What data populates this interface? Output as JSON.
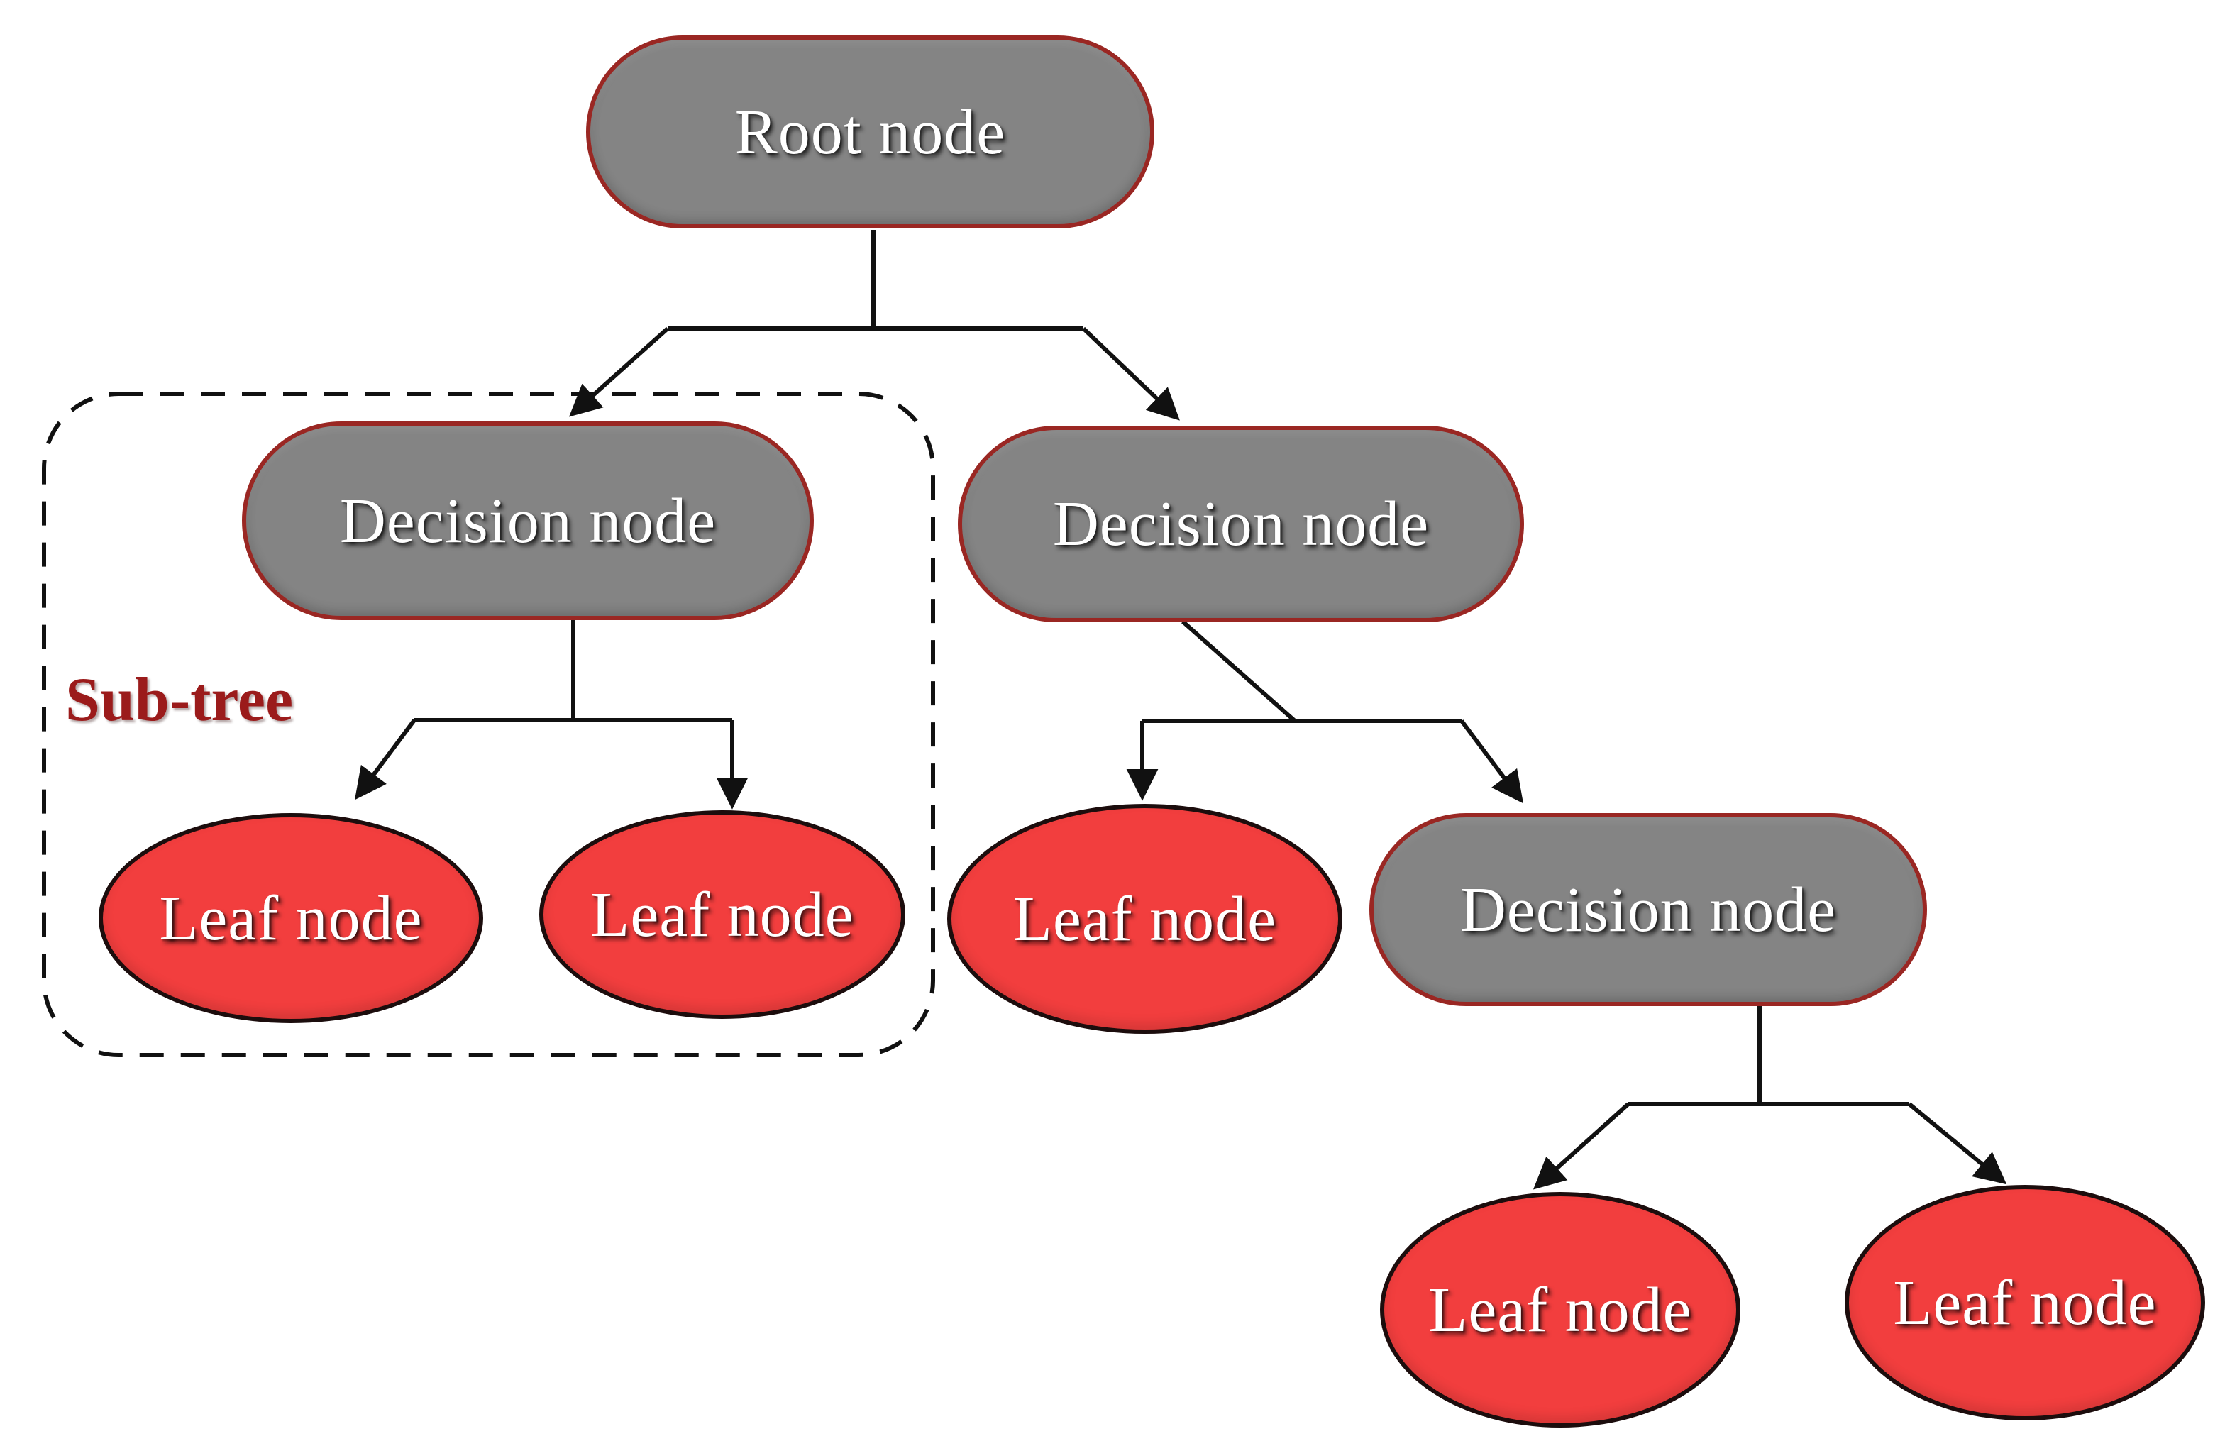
{
  "diagram": {
    "type": "decision-tree",
    "nodes": {
      "root": {
        "label": "Root node",
        "kind": "root",
        "shape": "stadium"
      },
      "decision_left": {
        "label": "Decision node",
        "kind": "decision",
        "shape": "stadium"
      },
      "decision_right": {
        "label": "Decision node",
        "kind": "decision",
        "shape": "stadium"
      },
      "decision_bottom": {
        "label": "Decision node",
        "kind": "decision",
        "shape": "stadium"
      },
      "leaf_left_1": {
        "label": "Leaf node",
        "kind": "leaf",
        "shape": "ellipse"
      },
      "leaf_left_2": {
        "label": "Leaf node",
        "kind": "leaf",
        "shape": "ellipse"
      },
      "leaf_middle": {
        "label": "Leaf node",
        "kind": "leaf",
        "shape": "ellipse"
      },
      "leaf_bottom_1": {
        "label": "Leaf node",
        "kind": "leaf",
        "shape": "ellipse"
      },
      "leaf_bottom_2": {
        "label": "Leaf node",
        "kind": "leaf",
        "shape": "ellipse"
      }
    },
    "edges": [
      {
        "from": "root",
        "to": "decision_left",
        "arrow": true
      },
      {
        "from": "root",
        "to": "decision_right",
        "arrow": true
      },
      {
        "from": "decision_left",
        "to": "leaf_left_1",
        "arrow": true
      },
      {
        "from": "decision_left",
        "to": "leaf_left_2",
        "arrow": true
      },
      {
        "from": "decision_right",
        "to": "leaf_middle",
        "arrow": true
      },
      {
        "from": "decision_right",
        "to": "decision_bottom",
        "arrow": true
      },
      {
        "from": "decision_bottom",
        "to": "leaf_bottom_1",
        "arrow": true
      },
      {
        "from": "decision_bottom",
        "to": "leaf_bottom_2",
        "arrow": true
      }
    ],
    "annotations": {
      "subtree": "Sub-tree"
    },
    "colors": {
      "background": "#ffffff",
      "decision_fill": "#848484",
      "decision_border": "#9a2723",
      "leaf_fill": "#f23e3e",
      "leaf_border": "#1c0d0d",
      "connector": "#111111",
      "subtree_text": "#9b1b1b",
      "label_text": "#ffffff"
    }
  }
}
